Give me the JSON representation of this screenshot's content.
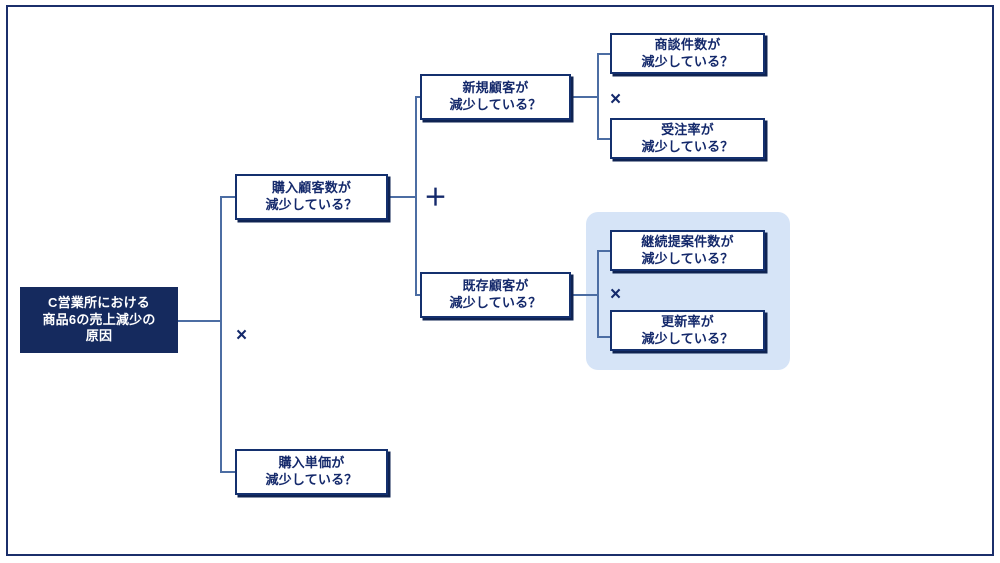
{
  "diagram": {
    "type": "logic-tree",
    "title_node": {
      "id": "root",
      "label": "C営業所における\n商品6の売上減少の\n原因"
    },
    "level1": [
      {
        "id": "l1-customers",
        "label": "購入顧客数が\n減少している？"
      },
      {
        "id": "l1-unitprice",
        "label": "購入単価が\n減少している？"
      }
    ],
    "level2": [
      {
        "id": "l2-new",
        "label": "新規顧客が\n減少している？"
      },
      {
        "id": "l2-existing",
        "label": "既存顧客が\n減少している？"
      }
    ],
    "level3": [
      {
        "id": "l3-deals",
        "label": "商談件数が\n減少している？"
      },
      {
        "id": "l3-orderrate",
        "label": "受注率が\n減少している？"
      },
      {
        "id": "l3-proposals",
        "label": "継続提案件数が\n減少している？"
      },
      {
        "id": "l3-renewal",
        "label": "更新率が\n減少している？"
      }
    ],
    "operators": {
      "root_split": "×",
      "customers_split": "＋",
      "new_customer_split": "×",
      "existing_customer_split": "×"
    },
    "colors": {
      "frame": "#1b2f6b",
      "root_fill": "#152a5e",
      "root_text": "#ffffff",
      "box_border": "#14306e",
      "box_text": "#14296b",
      "connector": "#4c6da3",
      "highlight": "#d6e4f7",
      "background": "#ffffff"
    }
  }
}
